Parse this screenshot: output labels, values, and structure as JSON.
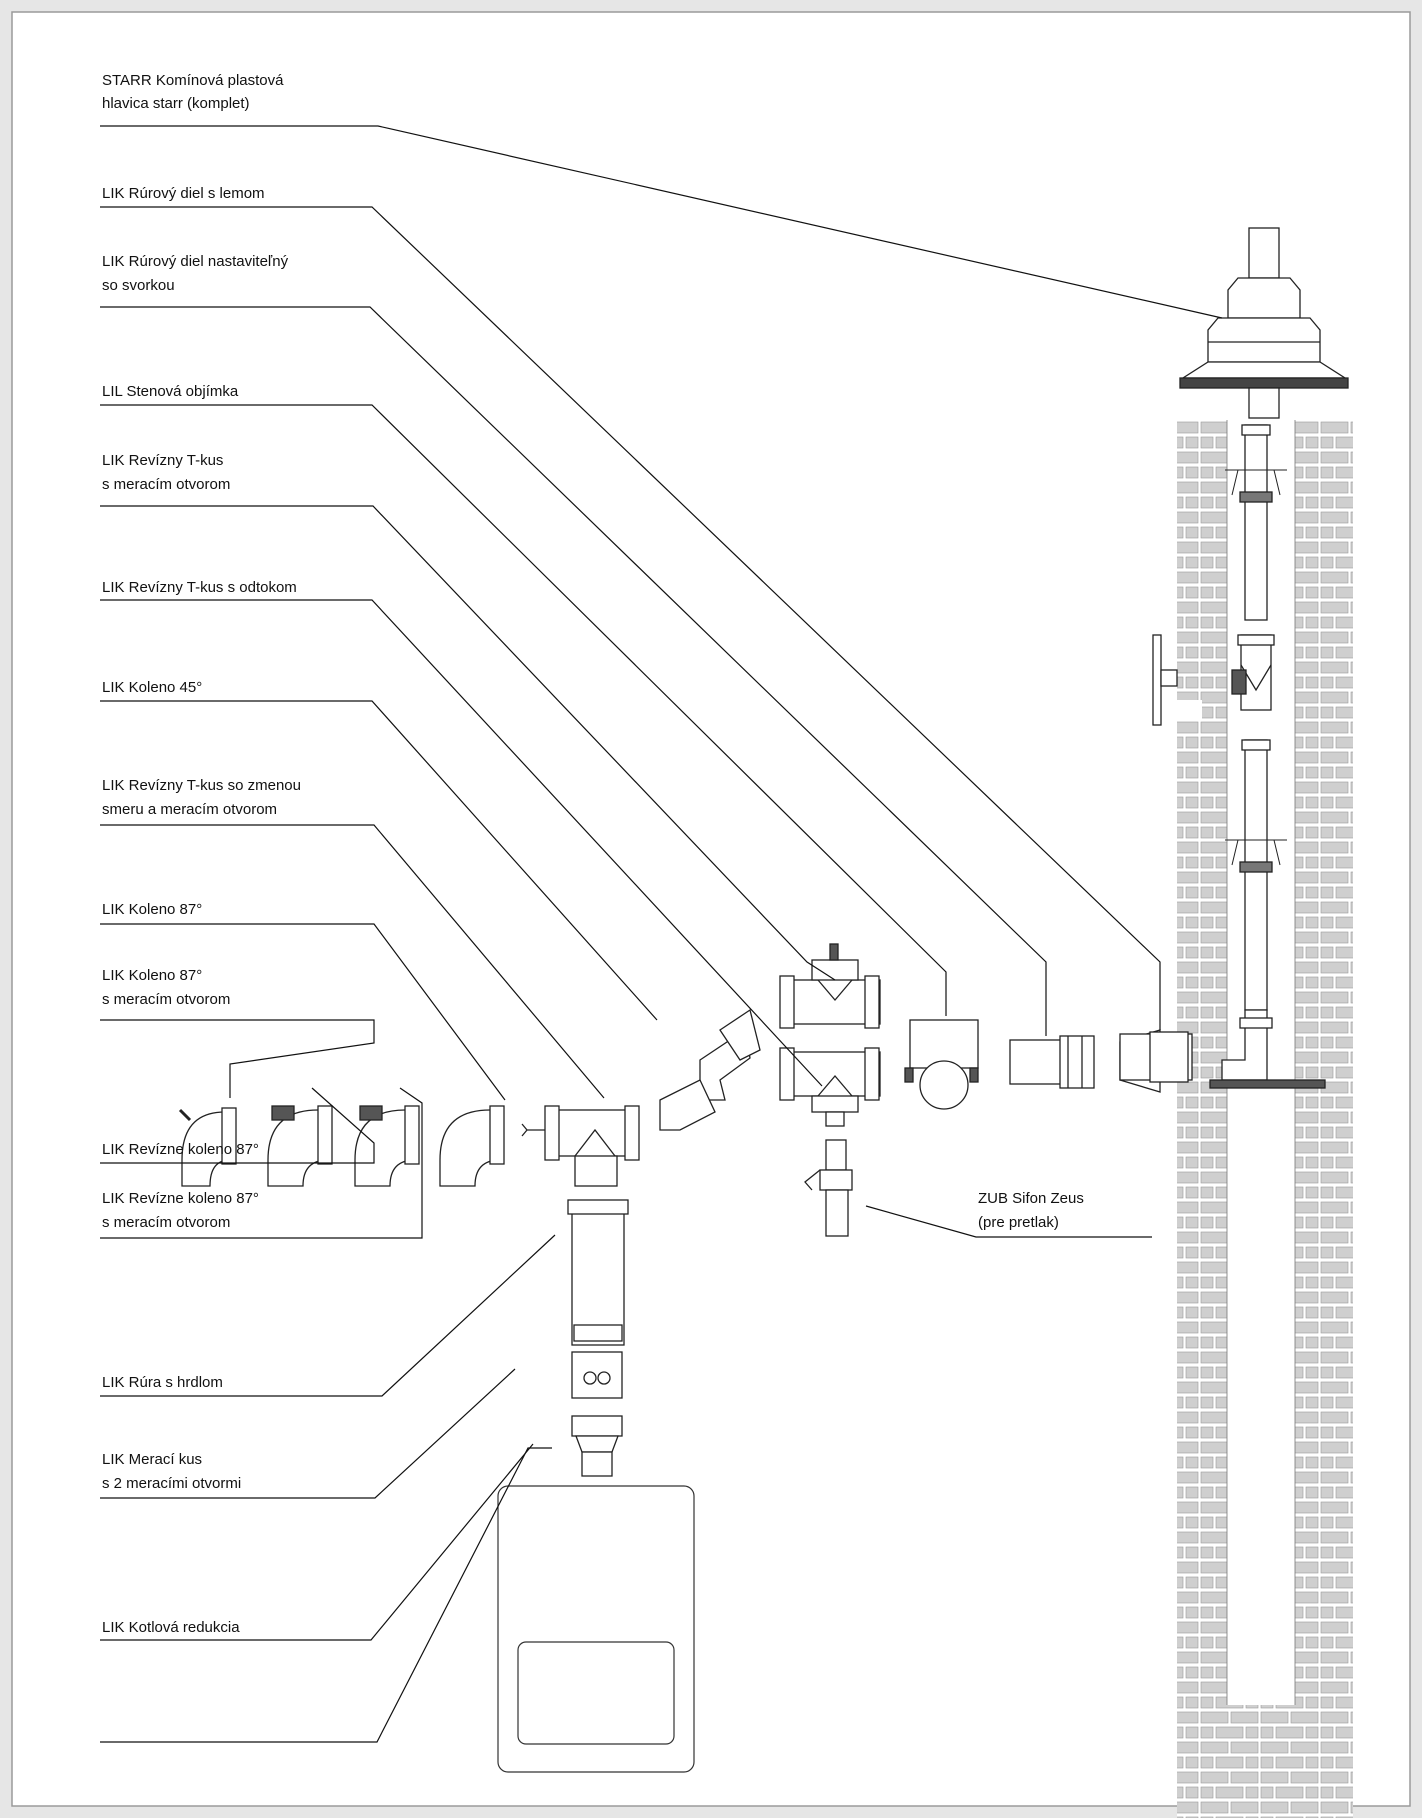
{
  "labels": {
    "starr": [
      "STARR Komínová plastová",
      "hlavica starr (komplet)"
    ],
    "rurovy_lem": [
      "LIK Rúrový diel s lemom"
    ],
    "rurovy_nast": [
      "LIK Rúrový diel nastaviteľný",
      "so svorkou"
    ],
    "stenova": [
      "LIL Stenová objímka"
    ],
    "revizny_t_merac": [
      "LIK Revízny T-kus",
      "s meracím otvorom"
    ],
    "revizny_t_odtok": [
      "LIK Revízny T-kus s odtokom"
    ],
    "koleno45": [
      "LIK Koleno 45°"
    ],
    "revizny_t_zmena": [
      "LIK Revízny T-kus so zmenou",
      "smeru a meracím otvorom"
    ],
    "koleno87": [
      "LIK Koleno 87°"
    ],
    "koleno87_merac": [
      "LIK Koleno 87°",
      "s meracím otvorom"
    ],
    "revizne_koleno": [
      "LIK Revízne koleno 87°"
    ],
    "revizne_koleno_merac": [
      "LIK Revízne koleno 87°",
      "s meracím otvorom"
    ],
    "rura_hrdlo": [
      "LIK Rúra s hrdlom"
    ],
    "meraci_kus": [
      "LIK Merací kus",
      "s 2 meracími otvormi"
    ],
    "kotlova": [
      "LIK Kotlová redukcia"
    ],
    "sifon": [
      "ZUB Sifon Zeus",
      "(pre pretlak)"
    ]
  }
}
